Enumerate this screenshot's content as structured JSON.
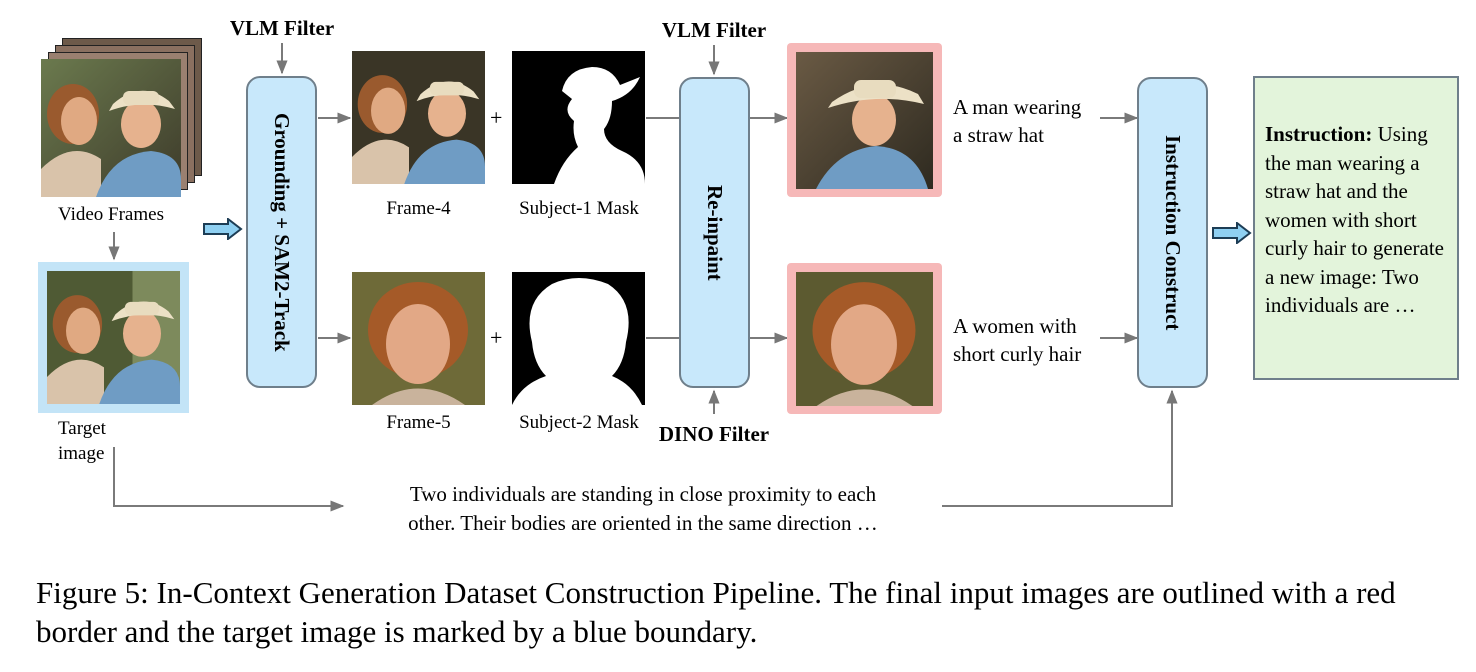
{
  "labels": {
    "video_frames": "Video Frames",
    "target_image": "Target\nimage",
    "vlm_filter_1": "VLM Filter",
    "vlm_filter_2": "VLM Filter",
    "dino_filter": "DINO Filter",
    "frame4": "Frame-4",
    "frame5": "Frame-5",
    "mask1": "Subject-1 Mask",
    "mask2": "Subject-2 Mask",
    "plus": "+",
    "caption1": "A man wearing\na straw hat",
    "caption2": "A women with\nshort curly hair",
    "description": "Two individuals are standing in close proximity to each\nother. Their bodies are oriented in the same direction …"
  },
  "boxes": {
    "grounding": "Grounding + SAM2-Track",
    "reinpaint": "Re-inpaint",
    "instruction_construct": "Instruction Construct"
  },
  "instruction": {
    "label": "Instruction:",
    "text": " Using the man wearing a straw hat and the women with short curly hair to generate a new image: Two individuals are …"
  },
  "figure_caption": "Figure 5: In-Context Generation Dataset Construction Pipeline. The final input images are outlined with a red border and the target image is marked by a blue boundary.",
  "colors": {
    "process_box": "#c8e8fb",
    "instruction_box": "#e3f4db",
    "input_outline": "#f6b8b8",
    "target_outline": "#c3e4f7",
    "arrow": "#777777"
  }
}
